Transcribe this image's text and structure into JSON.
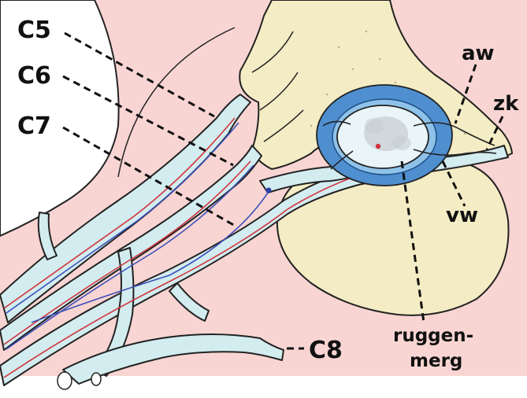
{
  "colors": {
    "background": "#f8d5d3",
    "bone": "#f4ecc4",
    "nerve": "#d3ecef",
    "meninges": "#4f8fd0",
    "artery": "#d2343c",
    "vein": "#3a4fb8",
    "label": "#111111"
  },
  "labels": {
    "c5": "C5",
    "c6": "C6",
    "c7": "C7",
    "c8": "C8",
    "aw": "aw",
    "zk": "zk",
    "vw": "vw",
    "ruggenmerg_line1": "ruggen-",
    "ruggenmerg_line2": "merg"
  }
}
